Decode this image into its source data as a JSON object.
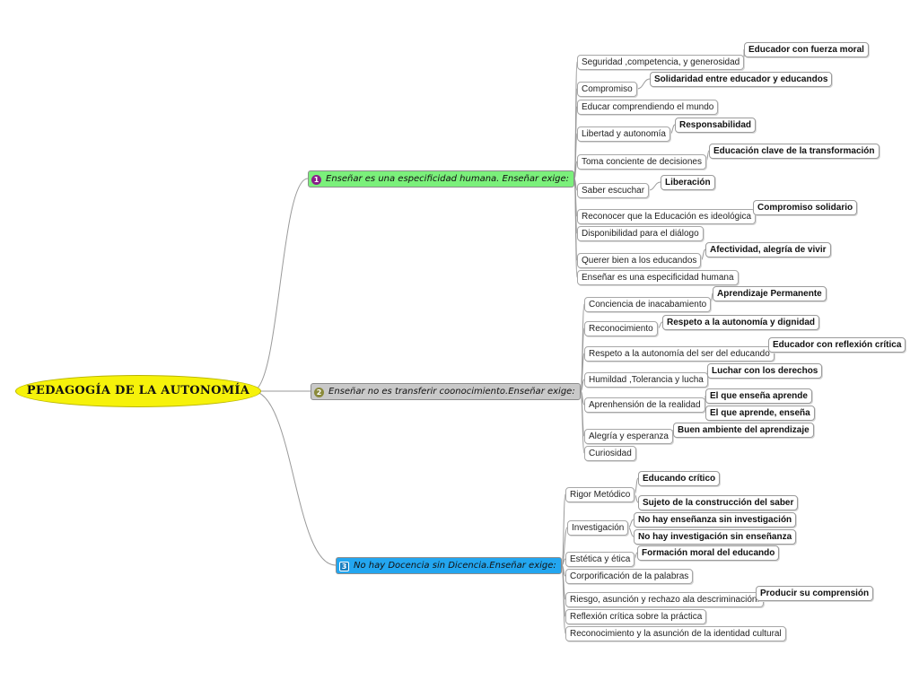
{
  "root": {
    "label": "PEDAGOGÍA DE LA AUTONOMÍA"
  },
  "colors": {
    "branch1": "#7bf07b",
    "branch2": "#c9c9c9",
    "branch3": "#23a6f0",
    "root": "#f6f20a"
  },
  "branches": [
    {
      "number": "1",
      "label": "Enseñar es una especificidad humana. Enseñar exige:",
      "nodes": [
        {
          "label": "Seguridad ,competencia,  y generosidad",
          "leaves": [
            "Educador con fuerza moral"
          ]
        },
        {
          "label": "Compromiso",
          "leaves": [
            "Solidaridad entre educador y educandos"
          ]
        },
        {
          "label": "Educar comprendiendo el mundo",
          "leaves": []
        },
        {
          "label": "Libertad y autonomía",
          "leaves": [
            "Responsabilidad"
          ]
        },
        {
          "label": "Toma conciente de decisiones",
          "leaves": [
            "Educación clave de la transformación"
          ]
        },
        {
          "label": "Saber escuchar",
          "leaves": [
            "Liberación"
          ]
        },
        {
          "label": "Reconocer que la Educación es ideológica",
          "leaves": [
            "Compromiso solidario"
          ]
        },
        {
          "label": "Disponibilidad para el diálogo",
          "leaves": []
        },
        {
          "label": "Querer bien a los educandos",
          "leaves": [
            "Afectividad, alegría de vivir"
          ]
        },
        {
          "label": "Enseñar es una especificidad humana",
          "leaves": []
        }
      ]
    },
    {
      "number": "2",
      "label": "Enseñar no es transferir coonocimiento.Enseñar exige:",
      "nodes": [
        {
          "label": "Conciencia de inacabamiento",
          "leaves": [
            "Aprendizaje Permanente"
          ]
        },
        {
          "label": "Reconocimiento",
          "leaves": [
            "Respeto a la autonomía y dignidad"
          ]
        },
        {
          "label": "Respeto a la autonomía del ser del educando",
          "leaves": [
            "Educador con reflexión crítica"
          ]
        },
        {
          "label": "Humildad ,Tolerancia y lucha",
          "leaves": [
            "Luchar con los derechos"
          ]
        },
        {
          "label": "Aprenhensión de la realidad",
          "leaves": [
            "El que enseña aprende",
            "El que aprende, enseña"
          ]
        },
        {
          "label": "Alegría y esperanza",
          "leaves": [
            "Buen ambiente del aprendizaje"
          ]
        },
        {
          "label": "Curiosidad",
          "leaves": []
        }
      ]
    },
    {
      "number": "3",
      "label": "No hay Docencia sin Dicencia.Enseñar exige:",
      "nodes": [
        {
          "label": "Rigor Metódico",
          "leaves": [
            "Educando crítico",
            "Sujeto de la construcción del saber"
          ]
        },
        {
          "label": "Investigación",
          "leaves": [
            "No hay enseñanza sin investigación",
            "No hay investigación sin enseñanza"
          ]
        },
        {
          "label": "Estética y ética",
          "leaves": [
            "Formación moral del educando"
          ]
        },
        {
          "label": "Corporificación de la palabras",
          "leaves": []
        },
        {
          "label": "Riesgo, asunción y rechazo ala descriminación.",
          "leaves": [
            "Producir su comprensión"
          ]
        },
        {
          "label": "Reflexión crítica sobre la práctica",
          "leaves": []
        },
        {
          "label": "Reconocimiento y la asunción de la identidad cultural",
          "leaves": []
        }
      ]
    }
  ]
}
